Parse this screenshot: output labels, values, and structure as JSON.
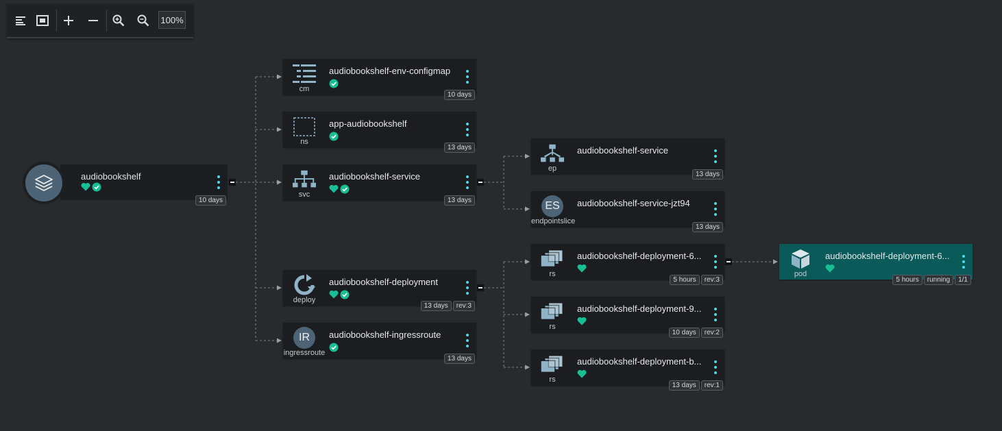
{
  "toolbar": {
    "zoom_level": "100%"
  },
  "app": {
    "title": "audiobookshelf",
    "age": "10 days"
  },
  "nodes": [
    {
      "id": "cm",
      "title": "audiobookshelf-env-configmap",
      "kind": "cm",
      "age": "10 days"
    },
    {
      "id": "ns",
      "title": "app-audiobookshelf",
      "kind": "ns",
      "age": "13 days"
    },
    {
      "id": "svc",
      "title": "audiobookshelf-service",
      "kind": "svc",
      "age": "13 days"
    },
    {
      "id": "deploy",
      "title": "audiobookshelf-deployment",
      "kind": "deploy",
      "age": "13 days",
      "rev": "rev:3"
    },
    {
      "id": "ir",
      "title": "audiobookshelf-ingressroute",
      "kind": "ingressroute",
      "icon_text": "IR",
      "age": "13 days"
    },
    {
      "id": "ep",
      "title": "audiobookshelf-service",
      "kind": "ep",
      "age": "13 days"
    },
    {
      "id": "es",
      "title": "audiobookshelf-service-jzt94",
      "kind": "endpointslice",
      "icon_text": "ES",
      "age": "13 days"
    },
    {
      "id": "rs1",
      "title": "audiobookshelf-deployment-6...",
      "kind": "rs",
      "age": "5 hours",
      "rev": "rev:3"
    },
    {
      "id": "rs2",
      "title": "audiobookshelf-deployment-9...",
      "kind": "rs",
      "age": "10 days",
      "rev": "rev:2"
    },
    {
      "id": "rs3",
      "title": "audiobookshelf-deployment-b...",
      "kind": "rs",
      "age": "13 days",
      "rev": "rev:1"
    },
    {
      "id": "pod",
      "title": "audiobookshelf-deployment-6...",
      "kind": "pod",
      "age": "5 hours",
      "state": "running",
      "ready": "1/1"
    }
  ],
  "colors": {
    "background": "#282b2e",
    "node": "#1c1d20",
    "pod_node": "#0b5a5a",
    "accent": "#4fd8e8",
    "healthy": "#18be94",
    "icon": "#8fb4c7"
  },
  "icons": {
    "health": "heart-icon",
    "sync": "check-circle-icon"
  }
}
